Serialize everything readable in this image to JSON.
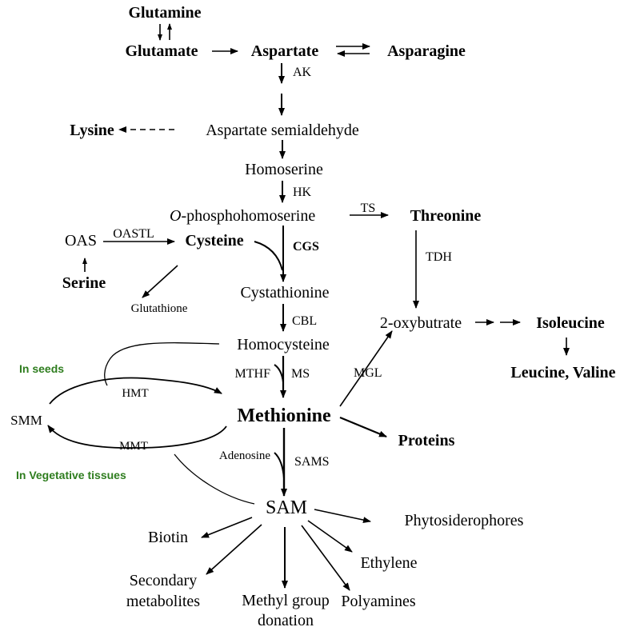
{
  "diagram": {
    "compounds": {
      "glutamine": "Glutamine",
      "glutamate": "Glutamate",
      "aspartate": "Aspartate",
      "asparagine": "Asparagine",
      "lysine": "Lysine",
      "aspartate_semialdehyde": "Aspartate semialdehyde",
      "homoserine": "Homoserine",
      "o_prefix": "O",
      "phosphohomoserine": "-phosphohomoserine",
      "threonine": "Threonine",
      "oas": "OAS",
      "cysteine": "Cysteine",
      "serine": "Serine",
      "glutathione": "Glutathione",
      "cystathionine": "Cystathionine",
      "oxybutrate": "2-oxybutrate",
      "isoleucine": "Isoleucine",
      "leucine_valine": "Leucine, Valine",
      "homocysteine": "Homocysteine",
      "methionine": "Methionine",
      "smm": "SMM",
      "proteins": "Proteins",
      "adenosine": "Adenosine",
      "sam": "SAM",
      "phytosiderophores": "Phytosiderophores",
      "biotin": "Biotin",
      "ethylene": "Ethylene",
      "secondary_metabolites_1": "Secondary",
      "secondary_metabolites_2": "metabolites",
      "polyamines": "Polyamines",
      "methyl_group_1": "Methyl group",
      "methyl_group_2": "donation"
    },
    "enzymes": {
      "ak": "AK",
      "hk": "HK",
      "ts": "TS",
      "oastl": "OASTL",
      "cgs": "CGS",
      "tdh": "TDH",
      "cbl": "CBL",
      "mthf": "MTHF",
      "ms": "MS",
      "mgl": "MGL",
      "hmt": "HMT",
      "mmt": "MMT",
      "sams": "SAMS"
    },
    "notes": {
      "in_seeds": "In seeds",
      "in_vegetative": "In Vegetative tissues"
    },
    "colors": {
      "cgs": "#1f3fb4",
      "notes": "#2e7d1e",
      "lines": "#000000"
    }
  }
}
